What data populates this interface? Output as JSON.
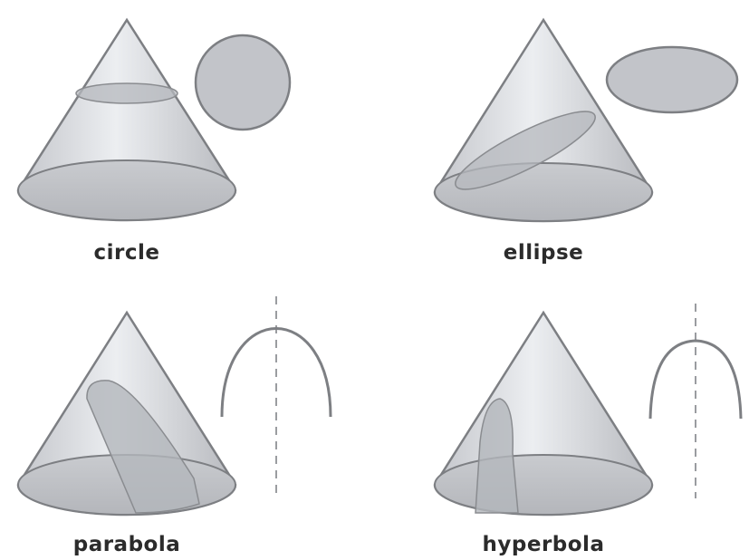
{
  "panels": [
    {
      "id": "circle",
      "label": "circle"
    },
    {
      "id": "ellipse",
      "label": "ellipse"
    },
    {
      "id": "parabola",
      "label": "parabola"
    },
    {
      "id": "hyperbola",
      "label": "hyperbola"
    }
  ],
  "colors": {
    "cone_fill": "#d5d7dc",
    "cone_stroke": "#7a7c80",
    "section_fill": "#b9bcc2",
    "dash": "#9a9ca0"
  }
}
